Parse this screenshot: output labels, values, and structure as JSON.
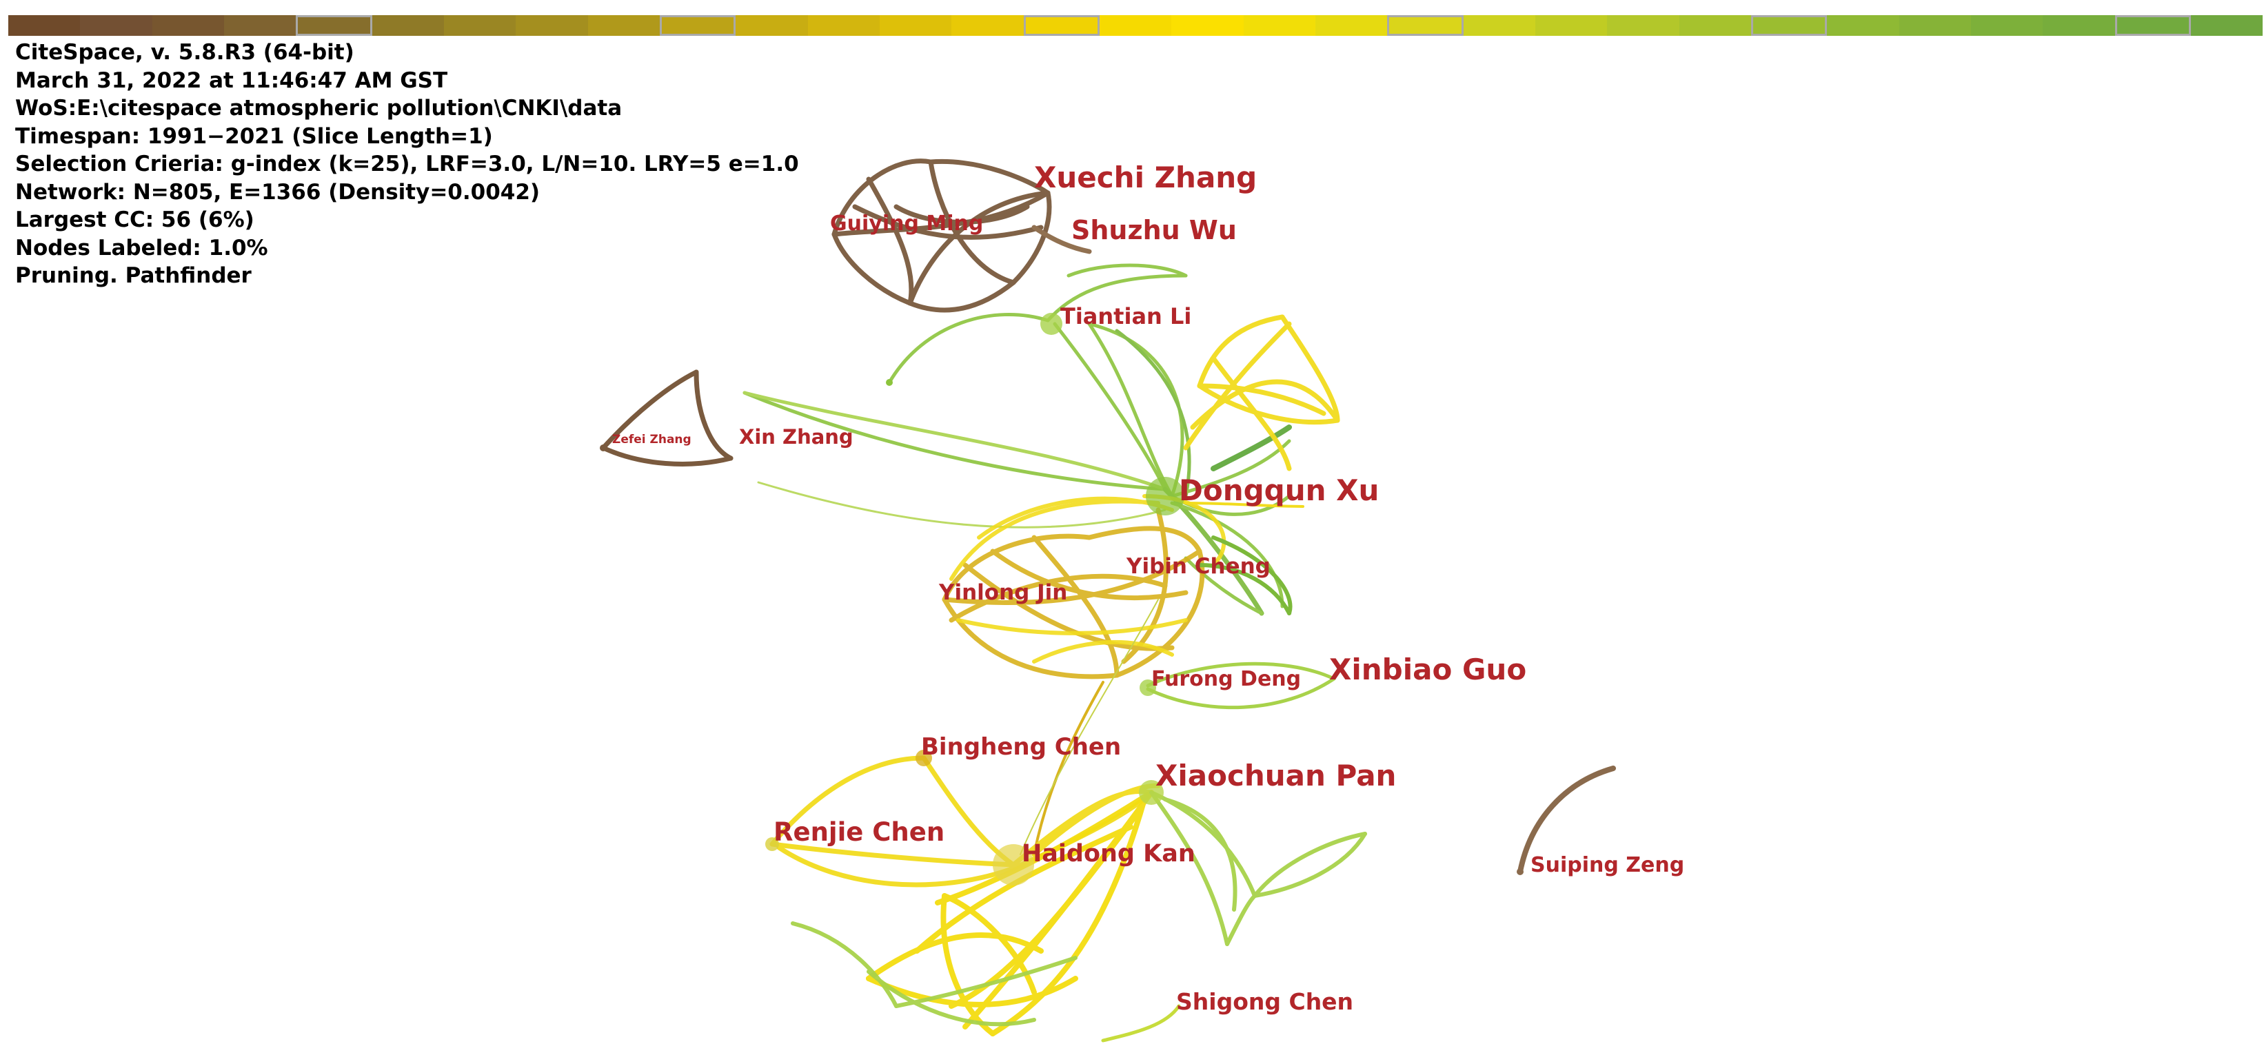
{
  "timeline": {
    "colors": [
      "#6f4a2a",
      "#735033",
      "#77562f",
      "#7f6330",
      "#866e2c",
      "#8f7a27",
      "#9a8623",
      "#a48f1f",
      "#b0991b",
      "#bca317",
      "#c8ad12",
      "#d3b60e",
      "#dec009",
      "#e8c906",
      "#f0d203",
      "#f6da00",
      "#fbe000",
      "#f2de07",
      "#e6da10",
      "#dad51a",
      "#cdd21f",
      "#c0cc23",
      "#b3c72a",
      "#a6c22d",
      "#9bbd30",
      "#8fb934",
      "#86b337",
      "#7db03a",
      "#77ad3c",
      "#72aa3e",
      "#6fa73f"
    ],
    "highlight_indices": [
      4,
      9,
      14,
      19,
      24,
      29
    ]
  },
  "info_lines": [
    "CiteSpace, v. 5.8.R3 (64-bit)",
    "March 31, 2022 at 11:46:47 AM GST",
    "WoS:E:\\citespace atmospheric pollution\\CNKI\\data",
    "Timespan: 1991−2021 (Slice Length=1)",
    "Selection Crieria: g-index (k=25), LRF=3.0, L/N=10. LRY=5 e=1.0",
    "Network: N=805, E=1366 (Density=0.0042)",
    "Largest CC: 56 (6%)",
    "Nodes Labeled: 1.0%",
    "Pruning. Pathfinder"
  ],
  "colors": {
    "label": "#b2262a",
    "brown": "#7a5a3e",
    "green": "#8cc43c",
    "lightgreen": "#a8d24a",
    "yellow": "#f2dc1e",
    "gold": "#d9b21e"
  },
  "author_labels": {
    "xuechi_zhang": "Xuechi Zhang",
    "guiying_ming": "Guiying Ming",
    "shuzhu_wu": "Shuzhu Wu",
    "tiantian_li": "Tiantian Li",
    "zefei_zhang": "Zefei Zhang",
    "xin_zhang": "Xin Zhang",
    "dongqun_xu": "Dongqun Xu",
    "yibin_cheng": "Yibin Cheng",
    "yinlong_jin": "Yinlong Jin",
    "furong_deng": "Furong Deng",
    "xinbiao_guo": "Xinbiao Guo",
    "bingheng_chen": "Bingheng Chen",
    "xiaochuan_pan": "Xiaochuan Pan",
    "renjie_chen": "Renjie Chen",
    "haidong_kan": "Haidong Kan",
    "suiping_zeng": "Suiping Zeng",
    "shigong_chen": "Shigong Chen"
  }
}
